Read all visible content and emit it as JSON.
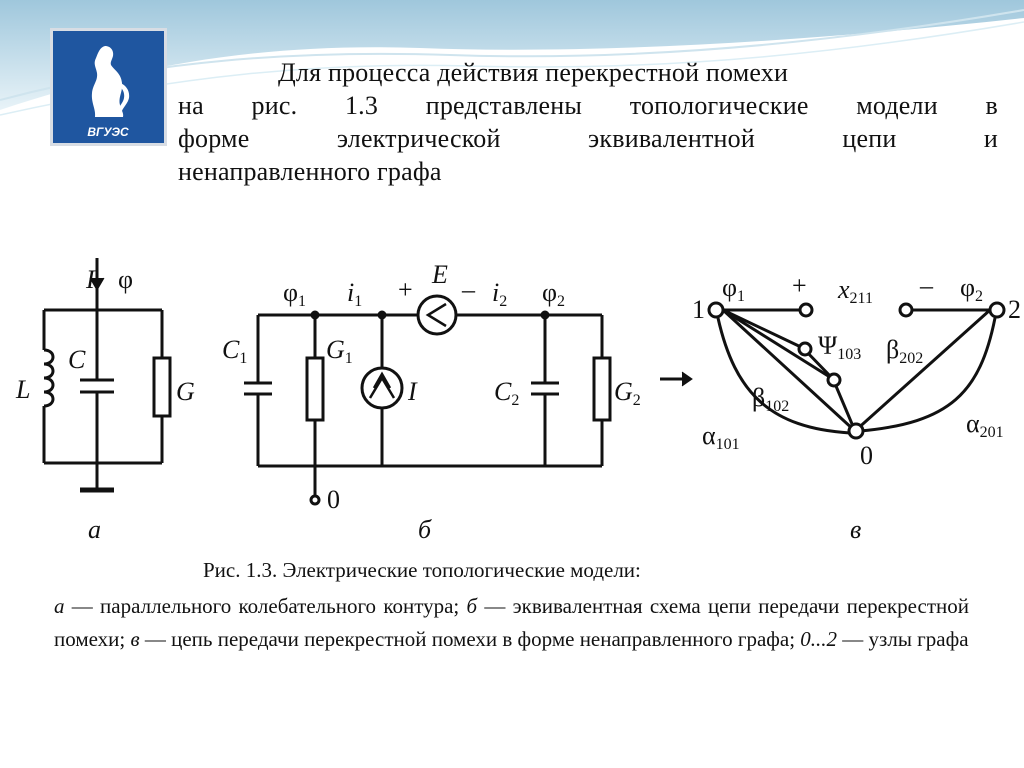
{
  "logo": {
    "text": "ВГУЭС",
    "icon": "university-emblem-icon",
    "colors": {
      "bg": "#1f56a0",
      "fg": "#ffffff"
    }
  },
  "intro": {
    "line1": "Для процесса действия перекрестной помехи",
    "line2": "на рис. 1.3 представлены топологические модели в",
    "line3": "форме электрической эквивалентной цепи и",
    "line4": "ненаправленного графа"
  },
  "diagram_a": {
    "I": "I",
    "phi": "φ",
    "L": "L",
    "C": "C",
    "G": "G",
    "caption": "а"
  },
  "diagram_b": {
    "phi1": "φ",
    "phi1_sub": "1",
    "i1": "i",
    "i1_sub": "1",
    "plus": "+",
    "E": "E",
    "minus": "–",
    "i2": "i",
    "i2_sub": "2",
    "phi2": "φ",
    "phi2_sub": "2",
    "C1": "C",
    "C1_sub": "1",
    "G1": "G",
    "G1_sub": "1",
    "I": "I",
    "C2": "C",
    "C2_sub": "2",
    "G2": "G",
    "G2_sub": "2",
    "zero": "0",
    "caption": "б"
  },
  "diagram_v": {
    "node1": "1",
    "node2": "2",
    "node0": "0",
    "phi1": "φ",
    "phi1_sub": "1",
    "plus": "+",
    "x211": "x",
    "x211_sub": "211",
    "minus": "–",
    "phi2": "φ",
    "phi2_sub": "2",
    "psi103": "Ψ",
    "psi103_sub": "103",
    "beta202": "β",
    "beta202_sub": "202",
    "beta102": "β",
    "beta102_sub": "102",
    "alpha101": "α",
    "alpha101_sub": "101",
    "alpha201": "α",
    "alpha201_sub": "201",
    "caption": "в"
  },
  "caption": {
    "title": "Рис. 1.3. Электрические топологические модели:",
    "a_letter": "а",
    "body_1": " — параллельного колебательного контура; ",
    "b_letter": "б",
    "body_2": " — эквивалентная схема цепи передачи перекрестной помехи; ",
    "v_letter": "в",
    "body_3": " — цепь передачи перекрестной помехи в форме ненаправленного графа; ",
    "range": "0...2",
    "body_4": " — узлы графа"
  }
}
